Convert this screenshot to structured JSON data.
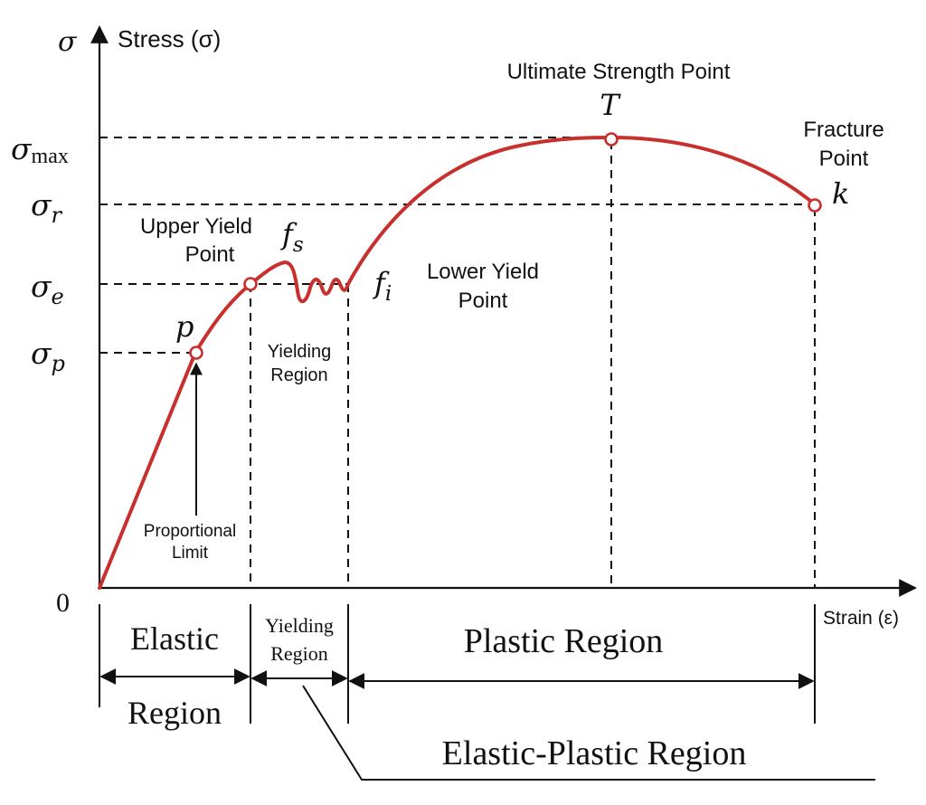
{
  "axes": {
    "y_symbol": "σ",
    "y_label": "Stress (σ)",
    "x_label": "Strain (ε)",
    "origin": "0"
  },
  "stress_levels": {
    "max": {
      "base": "σ",
      "sub": "max"
    },
    "r": {
      "base": "σ",
      "sub": "r"
    },
    "e": {
      "base": "σ",
      "sub": "e"
    },
    "p": {
      "base": "σ",
      "sub": "p"
    }
  },
  "points": {
    "p": {
      "letter": "p",
      "caption_line1": "Proportional",
      "caption_line2": "Limit"
    },
    "upper_yield": {
      "line1": "Upper Yield",
      "line2": "Point",
      "symbol": "f",
      "sub": "s"
    },
    "lower_yield": {
      "line1": "Lower Yield",
      "line2": "Point",
      "symbol": "f",
      "sub": "i"
    },
    "ultimate": {
      "caption": "Ultimate Strength Point",
      "letter": "T"
    },
    "fracture": {
      "line1": "Fracture",
      "line2": "Point",
      "letter": "k"
    }
  },
  "yielding_region_inside": {
    "line1": "Yielding",
    "line2": "Region"
  },
  "regions": {
    "elastic_line1": "Elastic",
    "elastic_line2": "Region",
    "yielding_line1": "Yielding",
    "yielding_line2": "Region",
    "plastic": "Plastic Region",
    "elastic_plastic": "Elastic-Plastic Region"
  },
  "colors": {
    "curve": "#c8302d",
    "ink": "#111111"
  }
}
